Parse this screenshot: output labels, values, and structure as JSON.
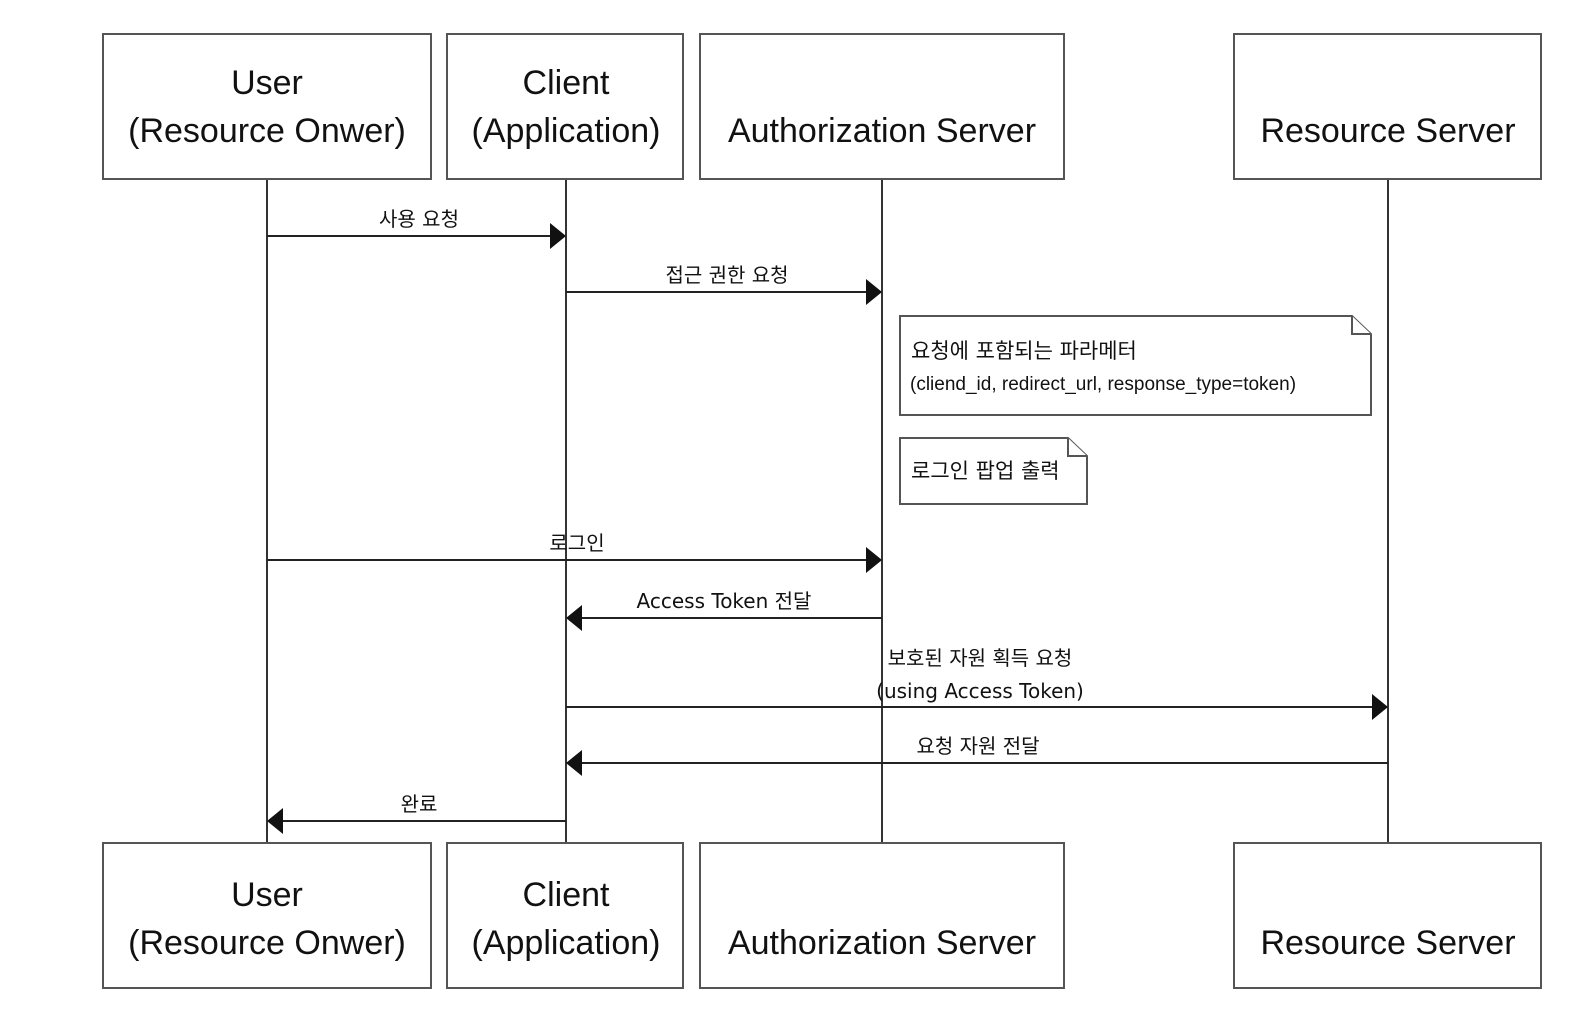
{
  "participants": [
    {
      "id": "user",
      "line1": "User",
      "line2": "(Resource Onwer)"
    },
    {
      "id": "client",
      "line1": "Client",
      "line2": "(Application)"
    },
    {
      "id": "auth",
      "line1": "",
      "line2": "Authorization Server"
    },
    {
      "id": "resource",
      "line1": "",
      "line2": "Resource Server"
    }
  ],
  "messages": [
    {
      "id": "use-request",
      "label": "사용 요청",
      "sublabel": ""
    },
    {
      "id": "access-request",
      "label": "접근 권한 요청",
      "sublabel": ""
    },
    {
      "id": "login",
      "label": "로그인",
      "sublabel": ""
    },
    {
      "id": "token-delivery",
      "label": "Access Token 전달",
      "sublabel": ""
    },
    {
      "id": "protected-request",
      "label": "보호된 자원 획득 요청",
      "sublabel": "(using Access Token)"
    },
    {
      "id": "resource-delivery",
      "label": "요청 자원 전달",
      "sublabel": ""
    },
    {
      "id": "complete",
      "label": "완료",
      "sublabel": ""
    }
  ],
  "notes": [
    {
      "id": "params",
      "line1": "요청에 포함되는 파라메터",
      "line2": "(cliend_id, redirect_url, response_type=token)"
    },
    {
      "id": "popup",
      "line1": "로그인 팝업 출력",
      "line2": ""
    }
  ]
}
